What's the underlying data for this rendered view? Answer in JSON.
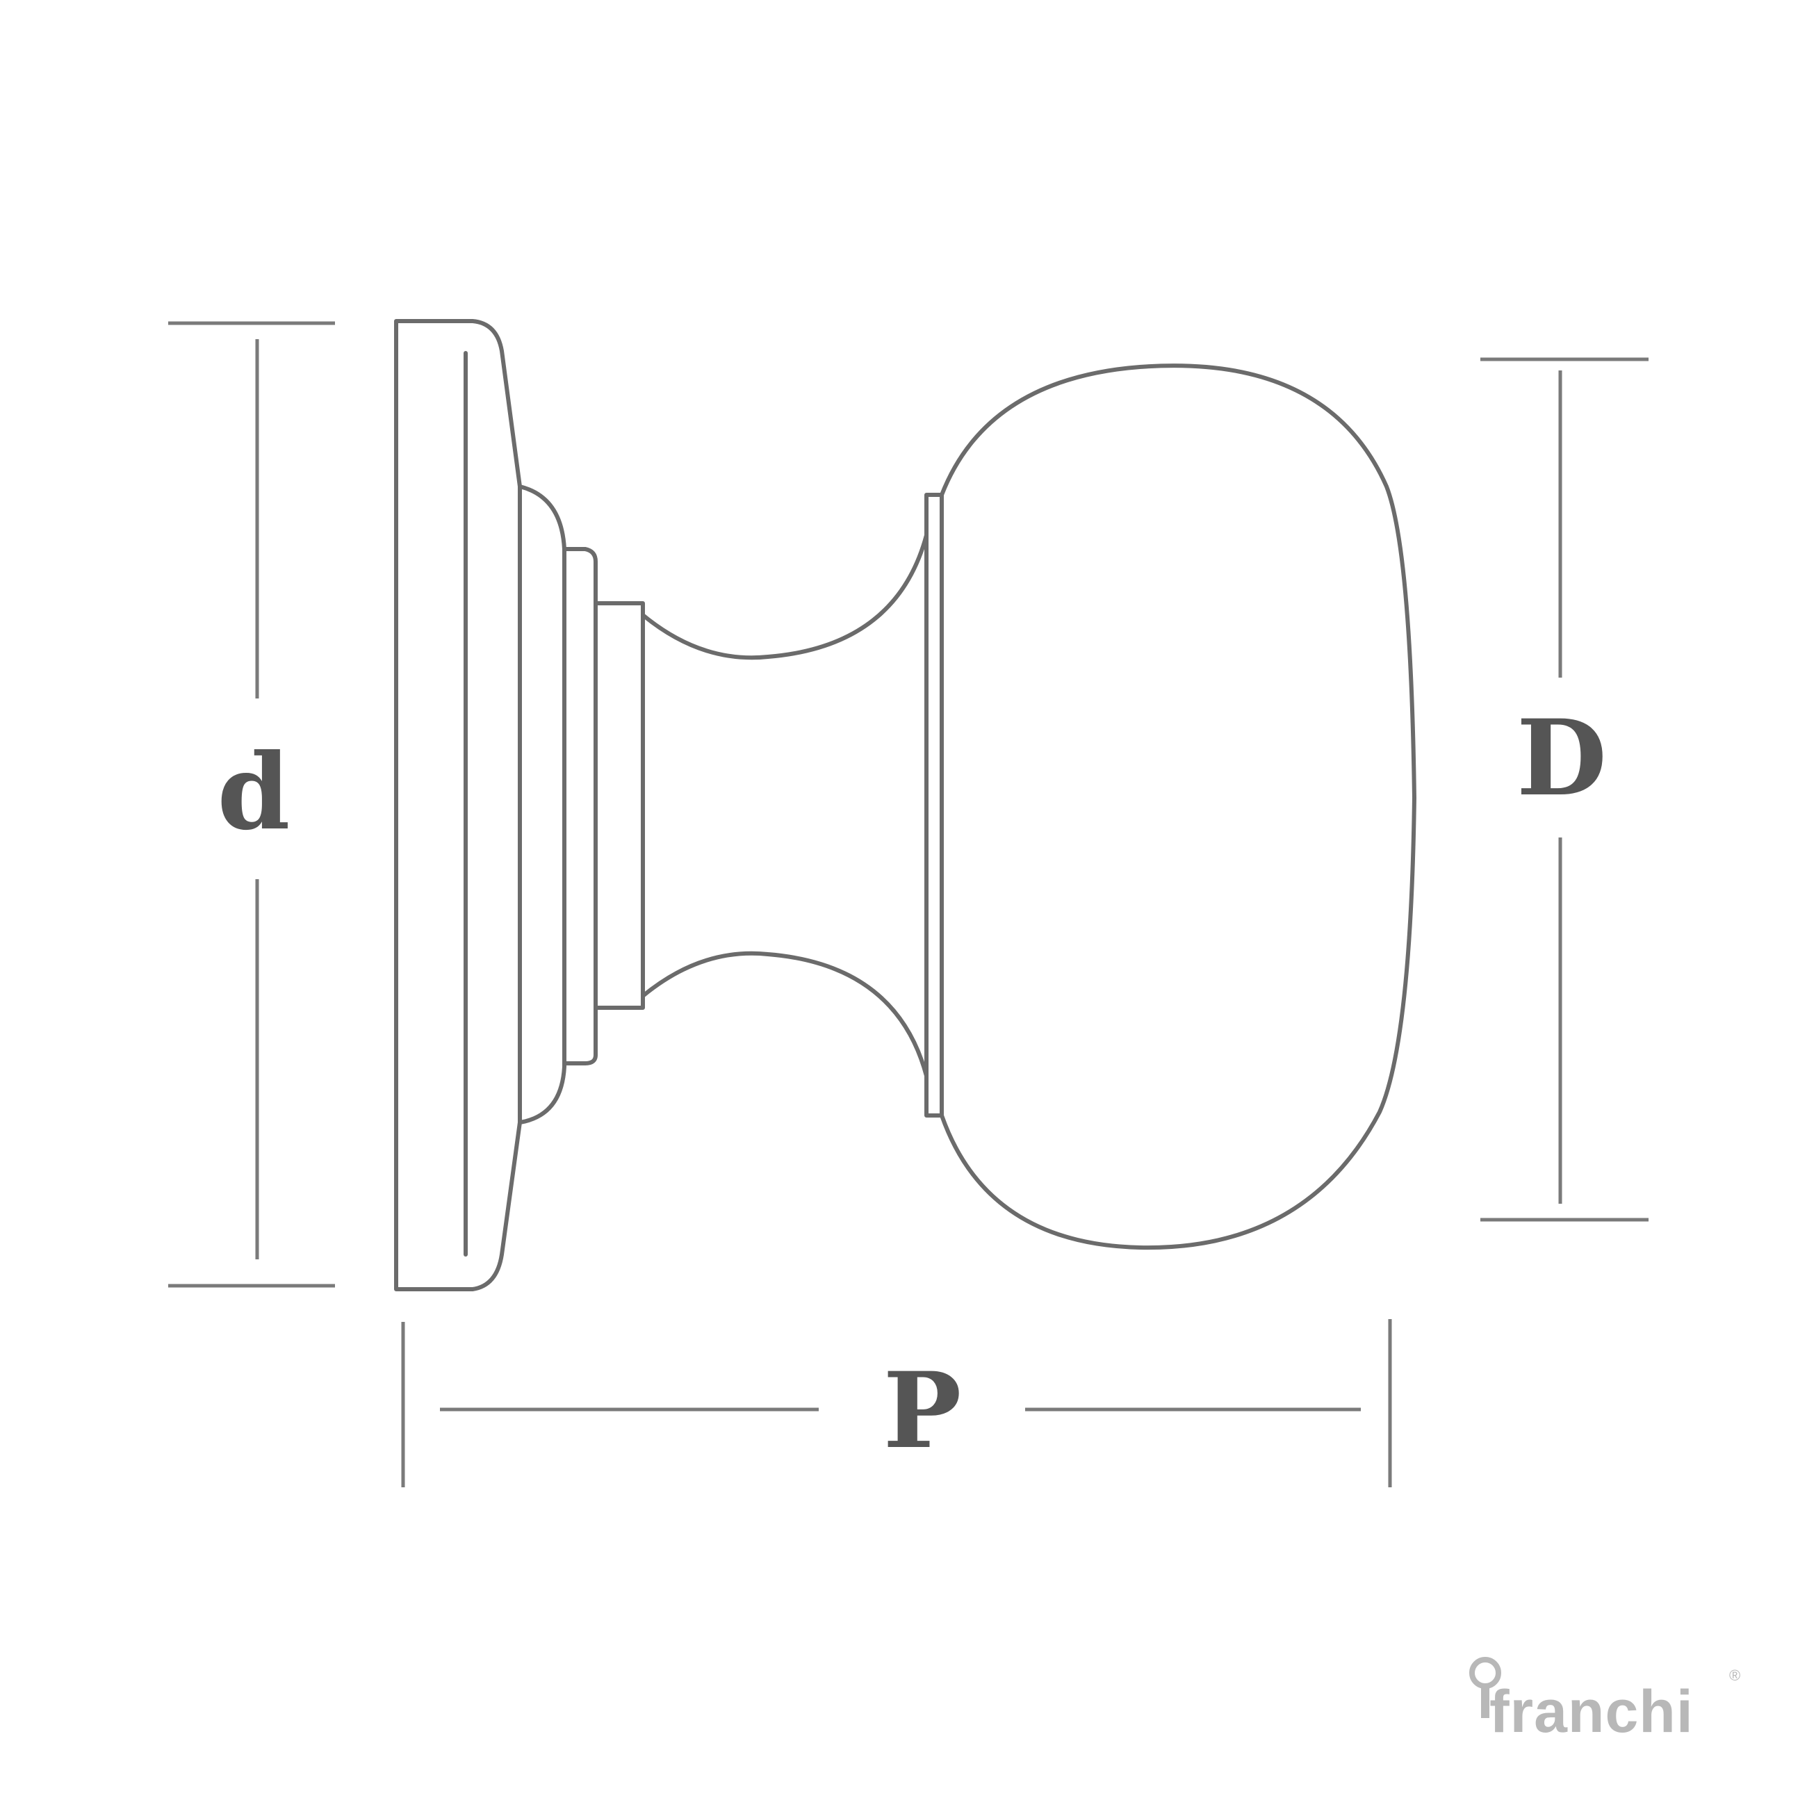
{
  "dimensions": {
    "rose_diameter": "d",
    "knob_diameter": "D",
    "projection": "P"
  },
  "logo": {
    "brand": "franchi",
    "mark": "®",
    "icon": "keyhole-icon"
  },
  "colors": {
    "line": "#6b6b6b",
    "dimension_line": "#7a7a7a",
    "label": "#555555",
    "logo": "#b8b8b8"
  }
}
